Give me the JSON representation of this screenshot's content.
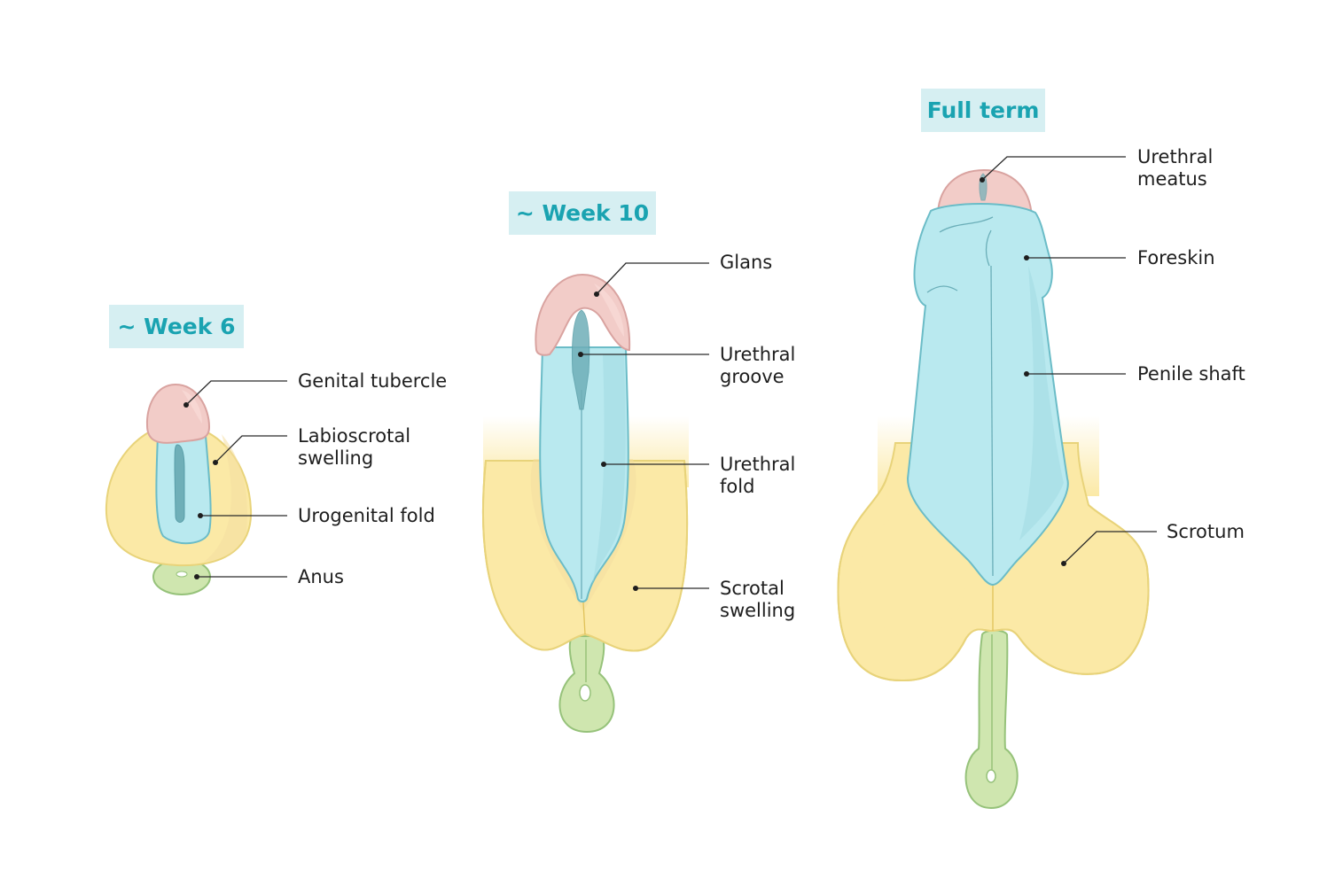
{
  "title": "Development of male external genitalia",
  "colors": {
    "badge_bg": "#d6eff2",
    "badge_text": "#1aa3b1",
    "label_text": "#1e1e1e",
    "tubercle_pink": "#f2ccc8",
    "fold_blue": "#b9e9ef",
    "swelling_yellow": "#fbe9a6",
    "anus_green": "#cfe6af"
  },
  "stages": [
    {
      "id": "week6",
      "title": "~ Week 6",
      "labels": [
        {
          "id": "genital-tubercle",
          "lines": [
            "Genital tubercle"
          ]
        },
        {
          "id": "labioscrotal-swelling",
          "lines": [
            "Labioscrotal",
            "swelling"
          ]
        },
        {
          "id": "urogenital-fold",
          "lines": [
            "Urogenital fold"
          ]
        },
        {
          "id": "anus",
          "lines": [
            "Anus"
          ]
        }
      ]
    },
    {
      "id": "week10",
      "title": "~ Week 10",
      "labels": [
        {
          "id": "glans",
          "lines": [
            "Glans"
          ]
        },
        {
          "id": "urethral-groove",
          "lines": [
            "Urethral",
            "groove"
          ]
        },
        {
          "id": "urethral-fold",
          "lines": [
            "Urethral",
            "fold"
          ]
        },
        {
          "id": "scrotal-swelling",
          "lines": [
            "Scrotal",
            "swelling"
          ]
        }
      ]
    },
    {
      "id": "fullterm",
      "title": "Full term",
      "labels": [
        {
          "id": "urethral-meatus",
          "lines": [
            "Urethral",
            "meatus"
          ]
        },
        {
          "id": "foreskin",
          "lines": [
            "Foreskin"
          ]
        },
        {
          "id": "penile-shaft",
          "lines": [
            "Penile shaft"
          ]
        },
        {
          "id": "scrotum",
          "lines": [
            "Scrotum"
          ]
        }
      ]
    }
  ]
}
